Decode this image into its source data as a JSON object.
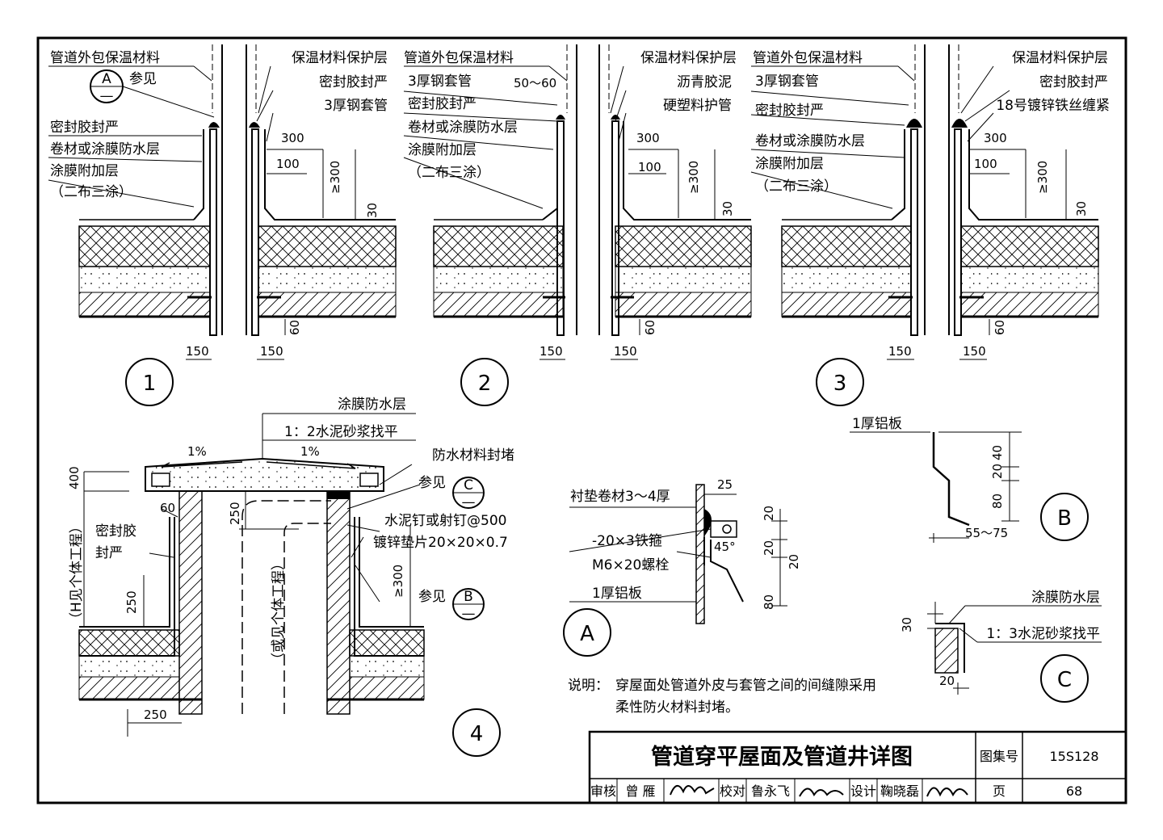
{
  "d1": {
    "left": [
      "管道外包保温材料",
      "参见",
      "密封胶封严",
      "卷材或涂膜防水层",
      "涂膜附加层",
      "（二布三涂）"
    ],
    "right": [
      "保温材料保护层",
      "密封胶封严",
      "3厚钢套管"
    ],
    "ref": "A",
    "dims": [
      "300",
      "100",
      "≥300",
      "30",
      "60",
      "150",
      "150"
    ],
    "num": "1"
  },
  "d2": {
    "left": [
      "管道外包保温材料",
      "3厚钢套管",
      "50～60",
      "密封胶封严",
      "卷材或涂膜防水层",
      "涂膜附加层",
      "（二布三涂）"
    ],
    "right": [
      "保温材料保护层",
      "沥青胶泥",
      "硬塑料护管"
    ],
    "dims": [
      "300",
      "100",
      "≥300",
      "30",
      "60",
      "150",
      "150"
    ],
    "num": "2"
  },
  "d3": {
    "left": [
      "管道外包保温材料",
      "3厚钢套管",
      "密封胶封严",
      "卷材或涂膜防水层",
      "涂膜附加层",
      "（二布三涂）"
    ],
    "right": [
      "保温材料保护层",
      "密封胶封严",
      "18号镀锌铁丝缠紧"
    ],
    "dims": [
      "300",
      "100",
      "≥300",
      "30",
      "60",
      "150",
      "150"
    ],
    "num": "3"
  },
  "d4": {
    "labels": [
      "涂膜防水层",
      "1：2水泥砂浆找平",
      "防水材料封堵",
      "参见",
      "水泥钉或射钉@500",
      "镀锌垫片20×20×0.7",
      "参见",
      "密封胶",
      "封严"
    ],
    "slopes": [
      "1%",
      "1%"
    ],
    "refs": [
      "C",
      "B"
    ],
    "vert": [
      "（H见个体工程）",
      "（或见个体工程）"
    ],
    "dims": [
      "400",
      "60",
      "250",
      "250",
      "≥300",
      "250"
    ],
    "num": "4"
  },
  "detA": {
    "labels": [
      "衬垫卷材3～4厚",
      "-20×3铁箍",
      "M6×20螺栓",
      "1厚铝板"
    ],
    "dims": [
      "25",
      "20",
      "20",
      "20",
      "80",
      "45°"
    ],
    "num": "A"
  },
  "detB": {
    "labels": [
      "1厚铝板"
    ],
    "dims": [
      "40",
      "20",
      "80",
      "55～75"
    ],
    "num": "B"
  },
  "detC": {
    "labels": [
      "涂膜防水层",
      "1：3水泥砂浆找平"
    ],
    "dims": [
      "30",
      "20"
    ],
    "num": "C"
  },
  "note": {
    "prefix": "说明：",
    "line1": "穿屋面处管道外皮与套管之间的间缝隙采用",
    "line2": "柔性防火材料封堵。"
  },
  "titleblock": {
    "title": "管道穿平屋面及管道井详图",
    "atlas_label": "图集号",
    "atlas_no": "15S128",
    "review_label": "审核",
    "reviewer": "曾 雁",
    "check_label": "校对",
    "checker": "鲁永飞",
    "design_label": "设计",
    "designer": "鞠晓磊",
    "page_label": "页",
    "page_no": "68"
  }
}
